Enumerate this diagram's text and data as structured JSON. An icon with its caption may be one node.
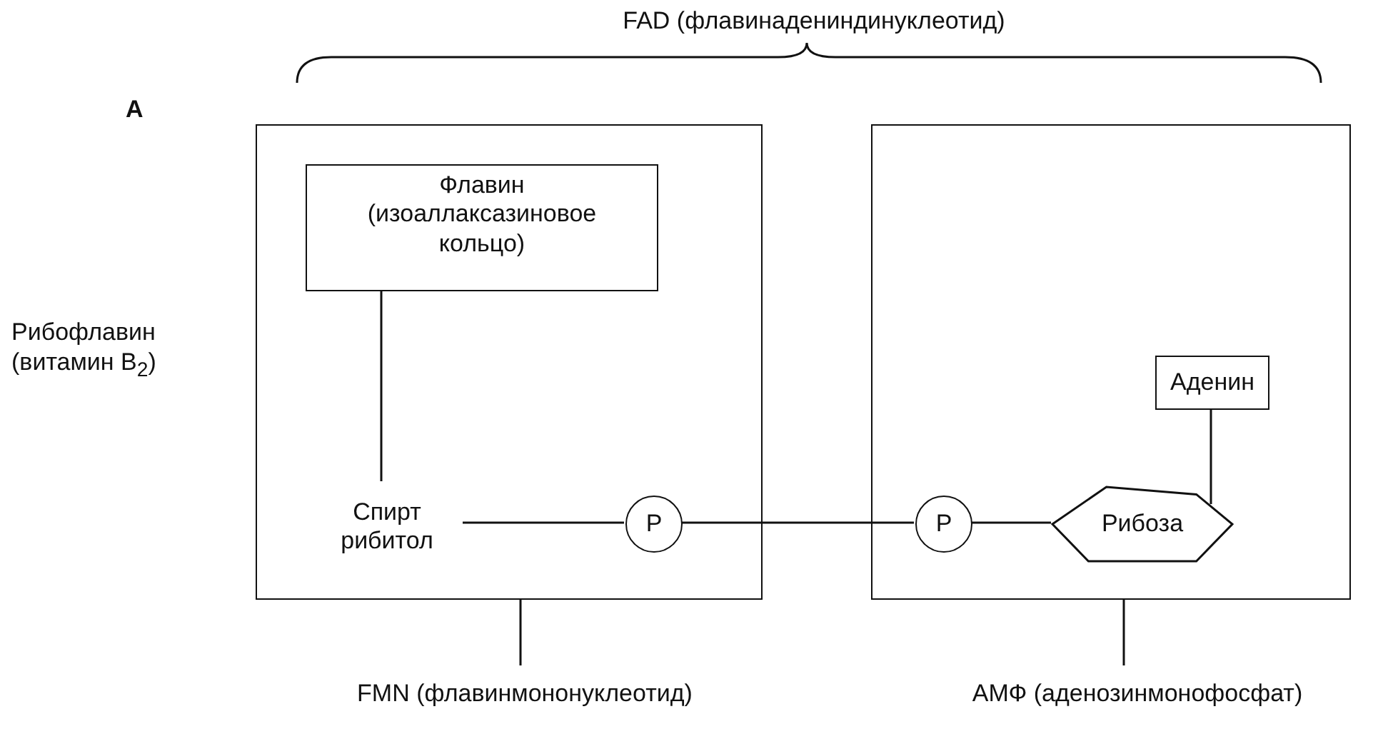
{
  "diagram": {
    "nodes": [
      {
        "text": [],
        "shape": "box"
      },
      {
        "text": [
          "Флавин (изоаллаксазиновое кольцо)"
        ],
        "in": 0
      },
      {
        "text": [
          "Спирт рибитол"
        ],
        "in": 0
      },
      {
        "text": [
          "P"
        ],
        "in": 0
      },
      {
        "text": [],
        "shape": "box"
      },
      {
        "text": [
          "Аденин"
        ],
        "in": 4
      },
      {
        "text": [
          "P"
        ],
        "in": 4
      },
      {
        "text": [
          "Рибоза"
        ],
        "in": 4
      },
      {
        "text": [
          "FMN (флавинмононуклеотид)"
        ]
      },
      {
        "text": [
          "АМФ (аденозинмонофосфат)"
        ]
      }
    ],
    "edges": [
      {
        "from": 1,
        "to": 2,
        "arrow": "none"
      },
      {
        "from": 2,
        "to": 3,
        "arrow": "none"
      },
      {
        "from": 3,
        "to": 6,
        "arrow": "none"
      },
      {
        "from": 6,
        "to": 7,
        "arrow": "none"
      },
      {
        "from": 5,
        "to": 7,
        "arrow": "none"
      },
      {
        "from": 8,
        "to": 0,
        "arrow": "none"
      },
      {
        "from": 9,
        "to": 4,
        "arrow": "none"
      }
    ],
    "labels": [
      "FAD (флавинадениндинуклеотид)",
      "A",
      "Рибофлавин (витамин B$_{2}$)"
    ]
  }
}
